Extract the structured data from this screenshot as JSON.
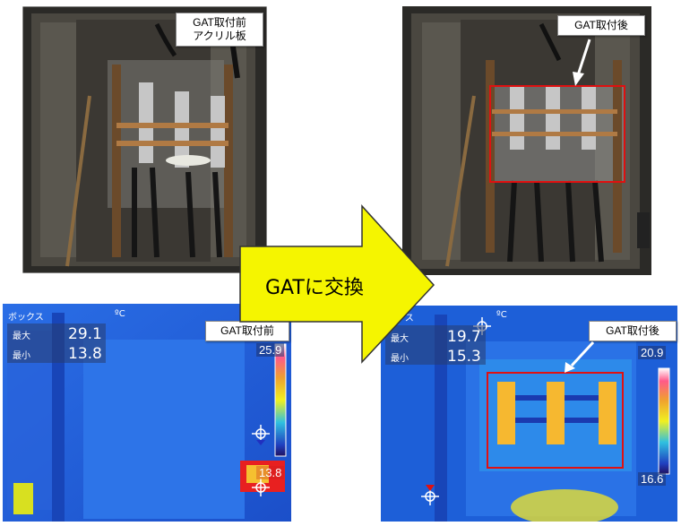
{
  "top_left": {
    "callout_line1": "GAT取付前",
    "callout_line2": "アクリル板"
  },
  "top_right": {
    "callout": "GAT取付後"
  },
  "center_arrow": {
    "label": "GATに交換"
  },
  "thermal_left": {
    "title": "ボックス",
    "unit": "ºC",
    "max_label": "最大",
    "max_value": "29.1",
    "min_label": "最小",
    "min_value": "13.8",
    "scale_top": "25.9",
    "scale_bottom": "13.8",
    "callout": "GAT取付前"
  },
  "thermal_right": {
    "title": "ックス",
    "unit": "ºC",
    "max_label": "最大",
    "max_value": "19.7",
    "min_label": "最小",
    "min_value": "15.3",
    "scale_top": "20.9",
    "scale_bottom": "16.6",
    "callout": "GAT取付後"
  },
  "colors": {
    "highlight_box": "#e01010",
    "arrow_fill": "#f5f500",
    "thermal_bg": "#1d5fd8"
  }
}
